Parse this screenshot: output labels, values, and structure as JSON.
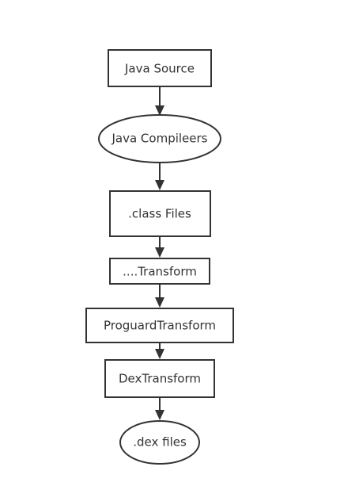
{
  "diagram": {
    "type": "flowchart",
    "nodes": [
      {
        "id": "java-source",
        "label": "Java Source",
        "shape": "rect"
      },
      {
        "id": "java-compilers",
        "label": "Java Compileers",
        "shape": "ellipse"
      },
      {
        "id": "class-files",
        "label": ".class Files",
        "shape": "rect"
      },
      {
        "id": "transform",
        "label": "....Transform",
        "shape": "rect"
      },
      {
        "id": "proguard-transform",
        "label": "ProguardTransform",
        "shape": "rect"
      },
      {
        "id": "dex-transform",
        "label": "DexTransform",
        "shape": "rect"
      },
      {
        "id": "dex-files",
        "label": ".dex files",
        "shape": "ellipse"
      }
    ],
    "edges": [
      {
        "from": "java-source",
        "to": "java-compilers"
      },
      {
        "from": "java-compilers",
        "to": "class-files"
      },
      {
        "from": "class-files",
        "to": "transform"
      },
      {
        "from": "transform",
        "to": "proguard-transform"
      },
      {
        "from": "proguard-transform",
        "to": "dex-transform"
      },
      {
        "from": "dex-transform",
        "to": "dex-files"
      }
    ]
  }
}
